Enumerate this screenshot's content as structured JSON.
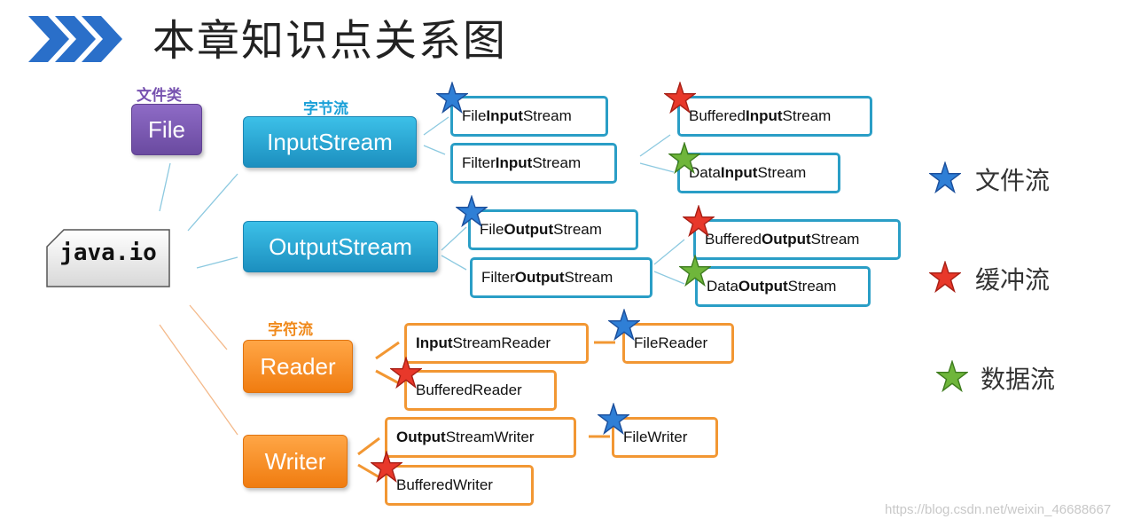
{
  "title": "本章知识点关系图",
  "categories": {
    "file_class": "文件类",
    "byte_stream": "字节流",
    "char_stream": "字符流"
  },
  "root": "java.io",
  "file": "File",
  "pills": {
    "input": "InputStream",
    "output": "OutputStream",
    "reader": "Reader",
    "writer": "Writer"
  },
  "nodes": [
    {
      "pre": "File",
      "bold": "Input",
      "post": "Stream",
      "star": "blue"
    },
    {
      "pre": "Filter",
      "bold": "Input",
      "post": "Stream",
      "star": ""
    },
    {
      "pre": "Buffered",
      "bold": "Input",
      "post": "Stream",
      "star": "red"
    },
    {
      "pre": "Data",
      "bold": "Input",
      "post": "Stream",
      "star": "green"
    },
    {
      "pre": "File",
      "bold": "Output",
      "post": "Stream",
      "star": "blue"
    },
    {
      "pre": "Filter",
      "bold": "Output",
      "post": "Stream",
      "star": ""
    },
    {
      "pre": "Buffered",
      "bold": "Output",
      "post": "Stream",
      "star": "red"
    },
    {
      "pre": "Data",
      "bold": "Output",
      "post": "Stream",
      "star": "green"
    },
    {
      "pre": "",
      "bold": "Input",
      "post": "StreamReader",
      "star": ""
    },
    {
      "pre": "FileReader",
      "bold": "",
      "post": "",
      "star": "blue"
    },
    {
      "pre": "BufferedReader",
      "bold": "",
      "post": "",
      "star": "red"
    },
    {
      "pre": "",
      "bold": "Output",
      "post": "StreamWriter",
      "star": ""
    },
    {
      "pre": "FileWriter",
      "bold": "",
      "post": "",
      "star": "blue"
    },
    {
      "pre": "BufferedWriter",
      "bold": "",
      "post": "",
      "star": "red"
    }
  ],
  "legend": {
    "file_stream": "文件流",
    "buffer_stream": "缓冲流",
    "data_stream": "数据流"
  },
  "colors": {
    "blue_star": "#2f7fd6",
    "red_star": "#e8382a",
    "green_star": "#6fb63b",
    "byte_accent": "#2a9ec6",
    "char_accent": "#f29733",
    "file_accent": "#7752b0"
  },
  "watermark": "https://blog.csdn.net/weixin_46688667"
}
